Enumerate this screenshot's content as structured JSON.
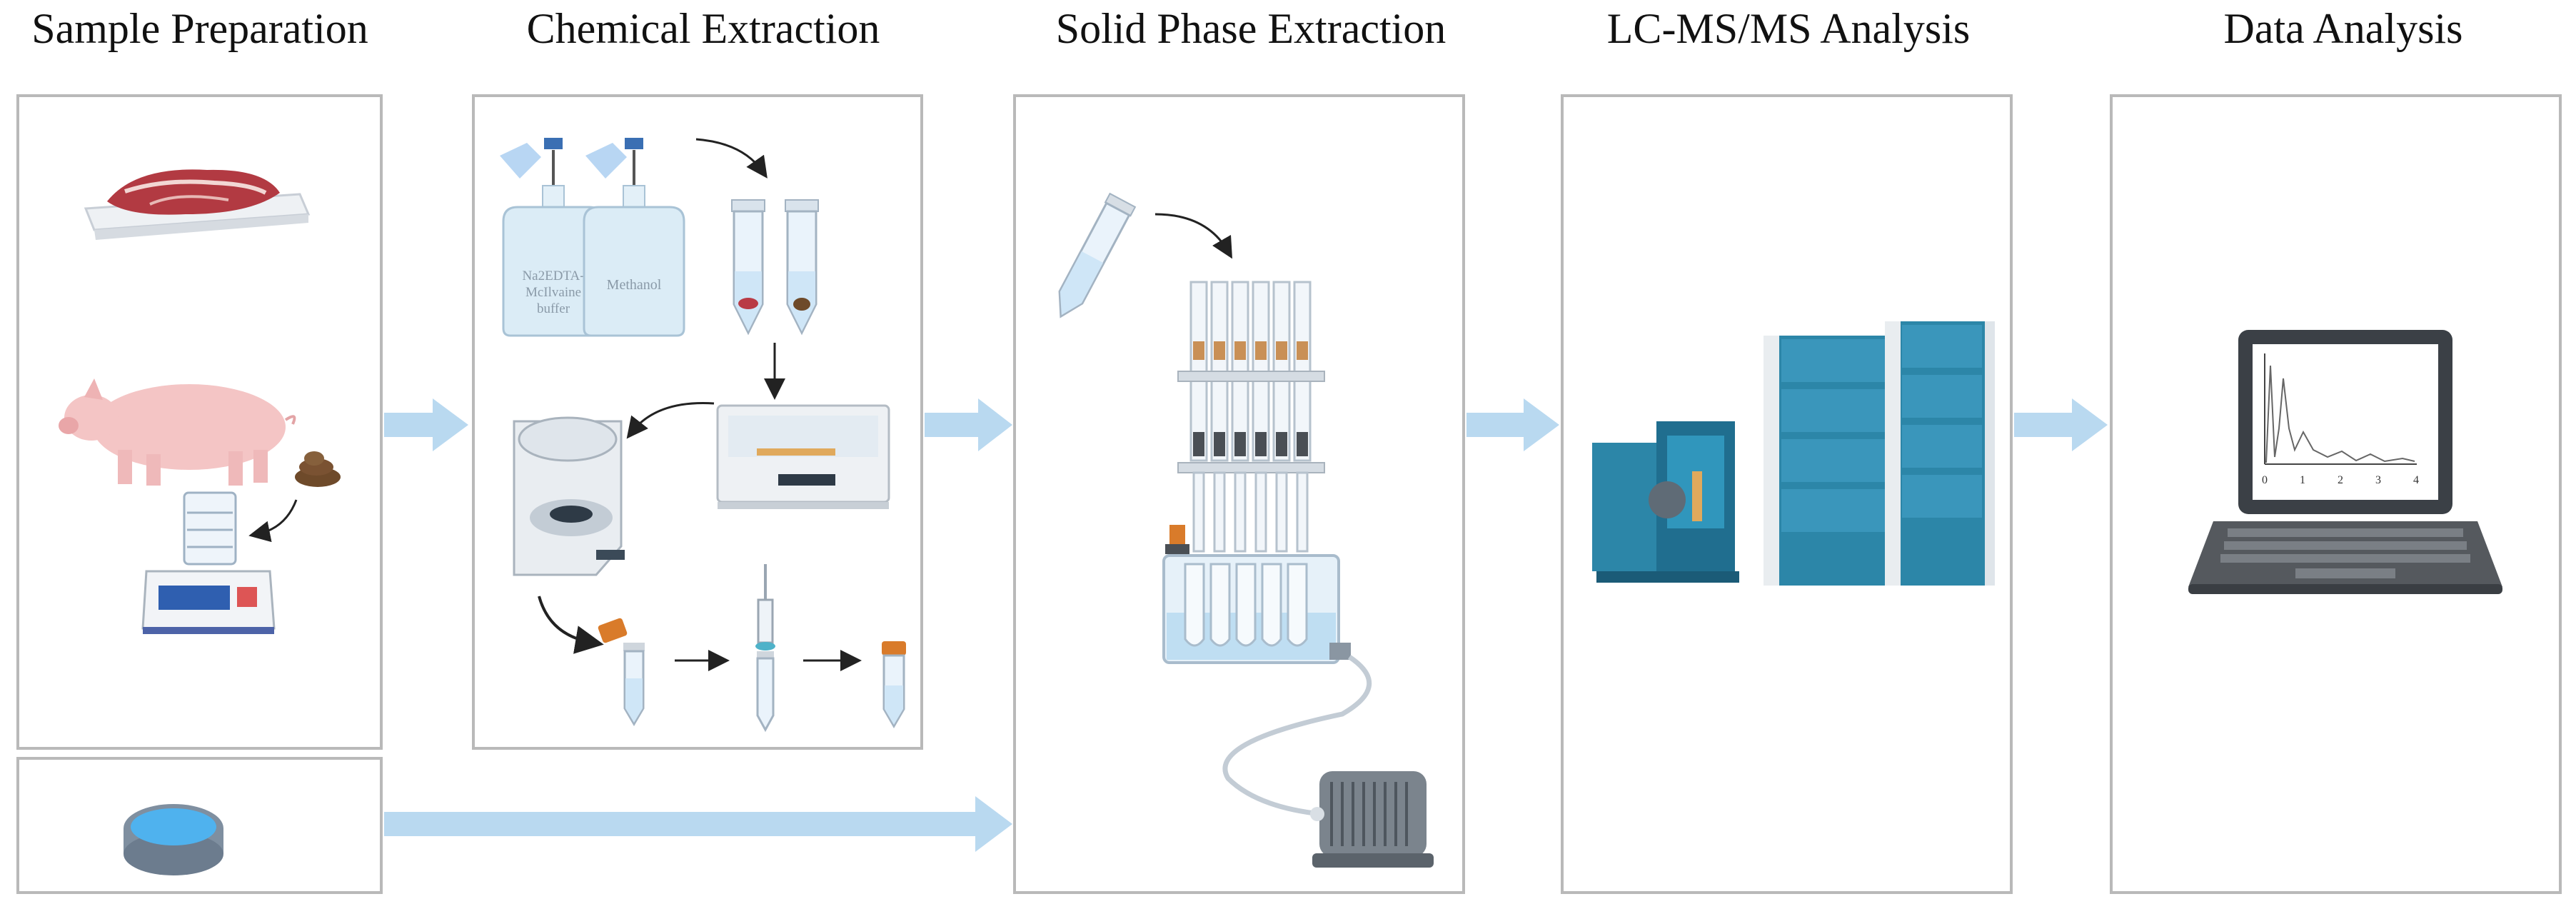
{
  "titles": {
    "sample_preparation": "Sample Preparation",
    "chemical_extraction": "Chemical Extraction",
    "solid_phase_extraction": "Solid Phase Extraction",
    "lcms_analysis": "LC-MS/MS Analysis",
    "data_analysis": "Data Analysis"
  },
  "bottle_labels": {
    "bottle1_line1": "Na2EDTA-",
    "bottle1_line2": "McIlvaine",
    "bottle1_line3": "buffer",
    "bottle2": "Methanol"
  },
  "chart_ticks": [
    "0",
    "1",
    "2",
    "3",
    "4"
  ],
  "colors": {
    "arrow": "#b9d9f0",
    "panel_border": "#b9b9b9",
    "instrument": "#2c86a8",
    "tube_liquid": "#cfe6f7",
    "cartridge": "#c99056"
  },
  "icons": [
    "meat-tray-icon",
    "pig-icon",
    "feces-icon",
    "freeze-dryer-icon",
    "water-dish-icon",
    "pipette-icon",
    "bottle-icon",
    "centrifuge-tube-icon",
    "shaker-icon",
    "centrifuge-icon",
    "syringe-filter-icon",
    "spe-manifold-icon",
    "vacuum-pump-icon",
    "lc-ms-instrument-icon",
    "laptop-icon",
    "chromatogram-icon"
  ]
}
